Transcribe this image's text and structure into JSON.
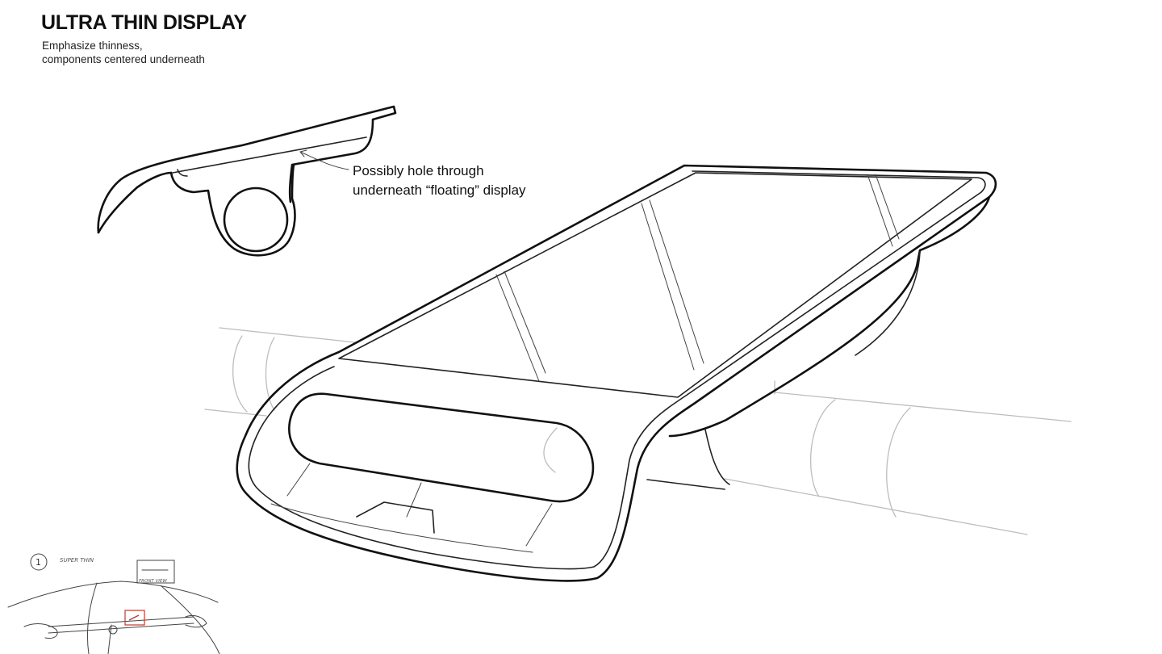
{
  "header": {
    "title": "ULTRA THIN DISPLAY",
    "subtitle_lines": [
      "Emphasize thinness,",
      "components centered underneath"
    ]
  },
  "callout": {
    "lines": [
      "Possibly hole through",
      "underneath “floating” display"
    ]
  },
  "thumbnail": {
    "step_number": "1",
    "note": "SUPER THIN",
    "view_label": "FRONT VIEW"
  },
  "colors": {
    "ink": "#111111",
    "handlebar_grey": "#bdbdbd",
    "accent_red": "#c0392b"
  }
}
